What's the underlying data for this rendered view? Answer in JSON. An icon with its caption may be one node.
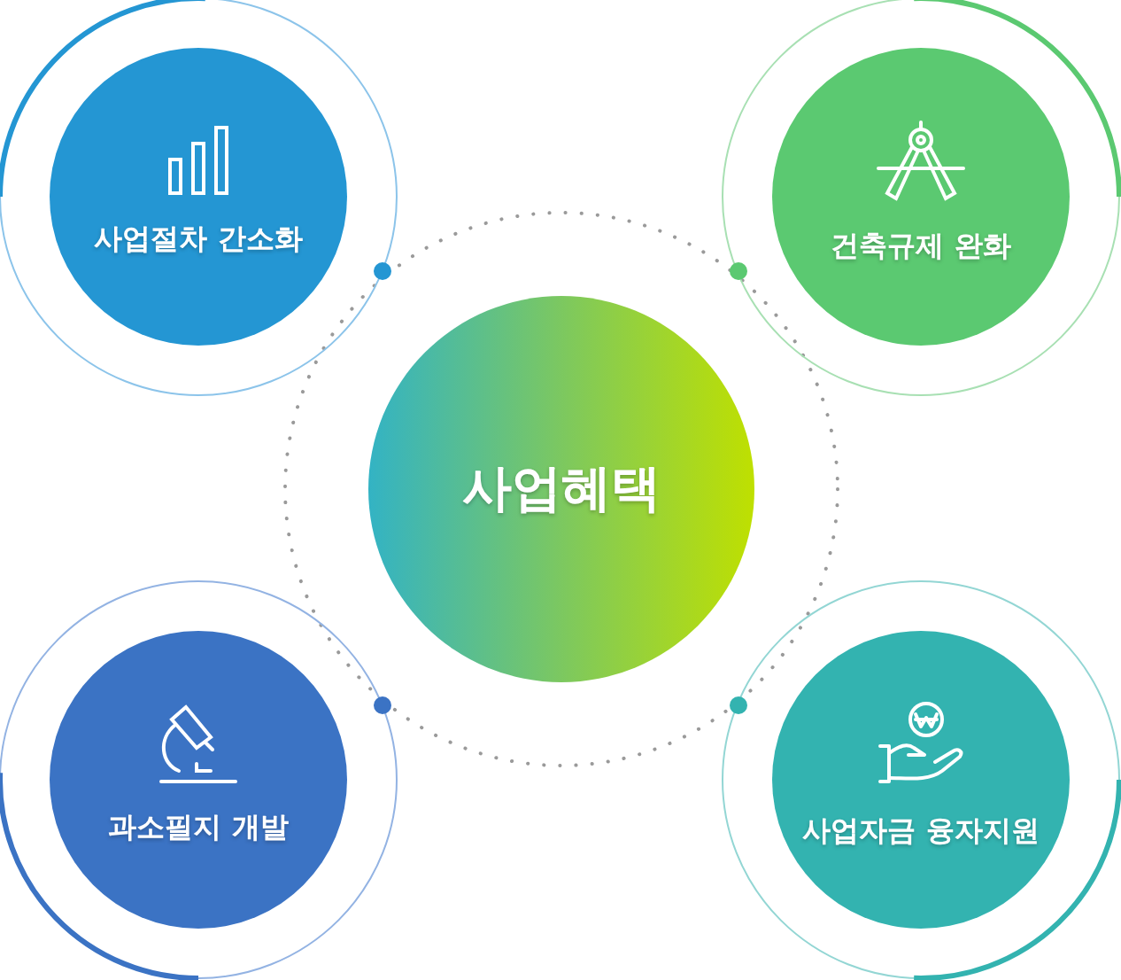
{
  "diagram": {
    "nodes": [
      {
        "text": [
          "사업절차 간소화"
        ]
      },
      {
        "text": [
          "건축규제 완화"
        ]
      },
      {
        "text": [
          "사업혜택"
        ]
      },
      {
        "text": [
          "과소필지 개발"
        ]
      },
      {
        "text": [
          "사업자금 융자지원"
        ]
      }
    ]
  }
}
